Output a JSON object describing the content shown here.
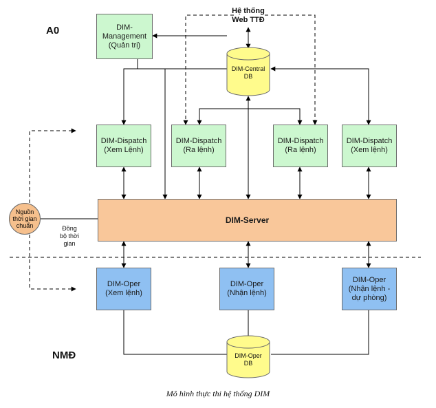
{
  "zones": {
    "top": "A0",
    "bottom": "NMĐ"
  },
  "web_system": "Hệ thống\nWeb TTĐ",
  "management": "DIM-\nManagement\n(Quản trị)",
  "central_db": "DIM-Central\nDB",
  "dispatch": [
    "DIM-Dispatch\n(Xem Lệnh)",
    "DIM-Dispatch\n(Ra lệnh)",
    "DIM-Dispatch\n(Ra lệnh)",
    "DIM-Dispatch\n(Xem lệnh)"
  ],
  "server": "DIM-Server",
  "time_source": "Nguồn\nthời gian\nchuẩn",
  "time_sync": "Đồng\nbộ thời\ngian",
  "oper": [
    "DIM-Oper\n(Xem lệnh)",
    "DIM-Oper\n(Nhận lệnh)",
    "DIM-Oper\n(Nhận lệnh -\ndự phòng)"
  ],
  "oper_db": "DIM-Oper\nDB",
  "caption": "Mô hình thực thi hệ thống DIM",
  "colors": {
    "dispatch": "#ccf7cf",
    "oper": "#8fc0f2",
    "server": "#f9c79a",
    "db": "#fffb8c"
  }
}
